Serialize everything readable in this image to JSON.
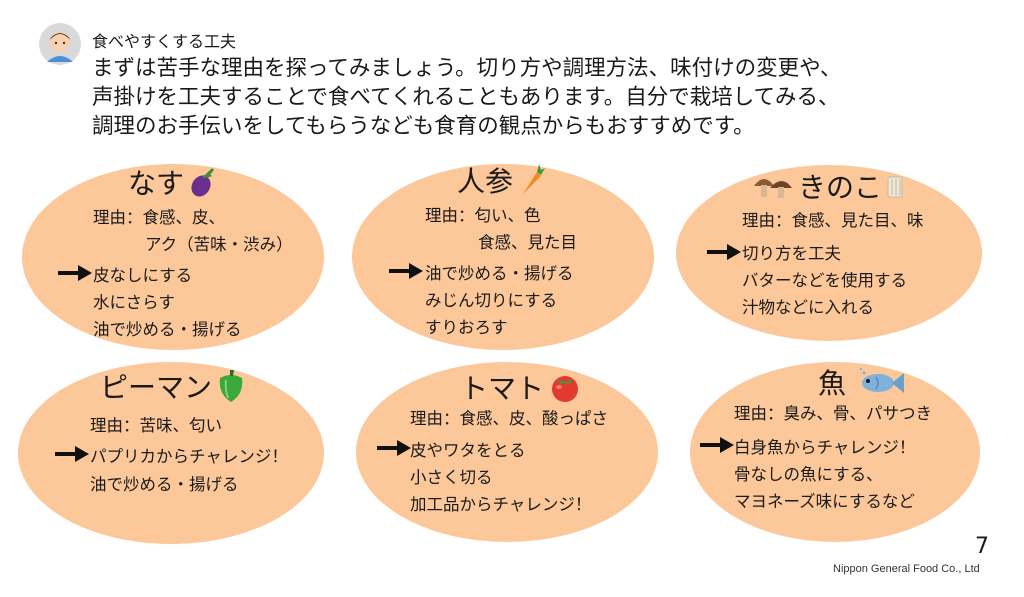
{
  "header": {
    "subtitle": "食べやすくする工夫",
    "intro": [
      "まずは苦手な理由を探ってみましょう。切り方や調理方法、味付けの変更や、",
      "声掛けを工夫することで食べてくれることもあります。自分で栽培してみる、",
      "調理のお手伝いをしてもらうなども食育の観点からもおすすめです。"
    ]
  },
  "cards": [
    {
      "title": "なす",
      "icon": "eggplant-icon",
      "reason": [
        "理由：食感、皮、",
        "アク（苦味・渋み）"
      ],
      "tips": [
        "皮なしにする",
        "水にさらす",
        "油で炒める・揚げる"
      ]
    },
    {
      "title": "人参",
      "icon": "carrot-icon",
      "reason": [
        "理由：匂い、色",
        "食感、見た目"
      ],
      "tips": [
        "油で炒める・揚げる",
        "みじん切りにする",
        "すりおろす"
      ]
    },
    {
      "title": "きのこ",
      "icon": "mushroom-icon",
      "reason": [
        "理由：食感、見た目、味"
      ],
      "tips": [
        "切り方を工夫",
        "バターなどを使用する",
        "汁物などに入れる"
      ]
    },
    {
      "title": "ピーマン",
      "icon": "green-pepper-icon",
      "reason": [
        "理由：苦味、匂い"
      ],
      "tips": [
        "パプリカからチャレンジ！",
        "油で炒める・揚げる"
      ]
    },
    {
      "title": "トマト",
      "icon": "tomato-icon",
      "reason": [
        "理由：食感、皮、酸っぱさ"
      ],
      "tips": [
        "皮やワタをとる",
        "小さく切る",
        "加工品からチャレンジ！"
      ]
    },
    {
      "title": "魚",
      "icon": "fish-icon",
      "reason": [
        "理由：臭み、骨、パサつき"
      ],
      "tips": [
        "白身魚からチャレンジ！",
        "骨なしの魚にする、",
        "マヨネーズ味にするなど"
      ]
    }
  ],
  "footer": {
    "page_number": "7",
    "company": "Nippon General Food Co., Ltd"
  },
  "colors": {
    "oval_fill": "#fcc89a",
    "text": "#1a1a1a"
  }
}
